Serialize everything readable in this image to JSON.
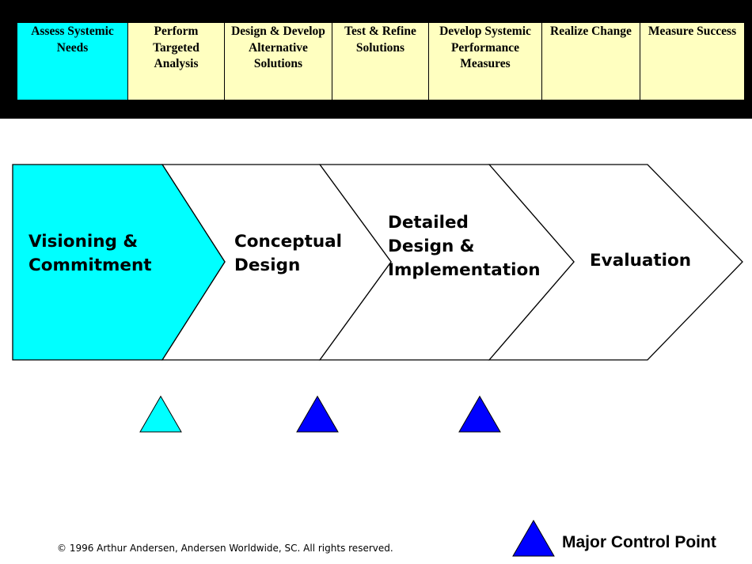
{
  "colors": {
    "cyan": "#00ffff",
    "pale_yellow": "#ffffc0",
    "blue": "#0000ff",
    "black": "#000000",
    "white": "#ffffff"
  },
  "header": {
    "phases": [
      {
        "label": "Assess Systemic\nNeeds",
        "active": true
      },
      {
        "label": "Perform\nTargeted\nAnalysis",
        "active": false
      },
      {
        "label": "Design & Develop\nAlternative\nSolutions",
        "active": false
      },
      {
        "label": "Test & Refine\nSolutions",
        "active": false
      },
      {
        "label": "Develop Systemic\nPerformance\nMeasures",
        "active": false
      },
      {
        "label": "Realize Change",
        "active": false
      },
      {
        "label": "Measure Success",
        "active": false
      }
    ]
  },
  "stages": [
    {
      "label": "Visioning &\nCommitment",
      "active": true
    },
    {
      "label": "Conceptual\nDesign",
      "active": false
    },
    {
      "label": "Detailed\nDesign &\nImplementation",
      "active": false
    },
    {
      "label": "Evaluation",
      "active": false
    }
  ],
  "control_points": [
    {
      "type": "minor",
      "color": "#00ffff"
    },
    {
      "type": "major",
      "color": "#0000ff"
    },
    {
      "type": "major",
      "color": "#0000ff"
    }
  ],
  "legend": {
    "label": "Major Control Point",
    "color": "#0000ff"
  },
  "footer": {
    "copyright": "© 1996 Arthur Andersen, Andersen Worldwide, SC. All rights reserved."
  }
}
